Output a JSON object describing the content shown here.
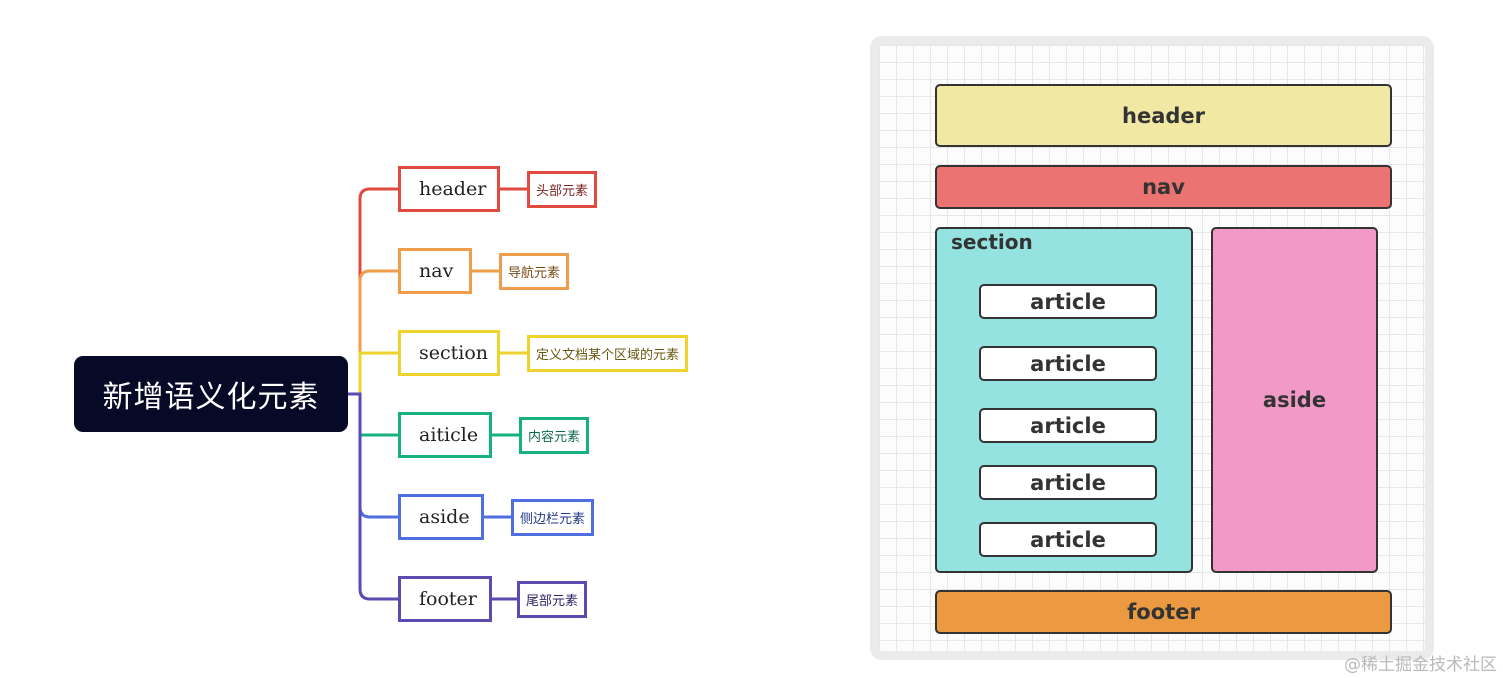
{
  "mindmap": {
    "root": "新增语义化元素",
    "branches": [
      {
        "label": "header",
        "desc": "头部元素",
        "color": "#e04a3f"
      },
      {
        "label": "nav",
        "desc": "导航元素",
        "color": "#ef9d4b"
      },
      {
        "label": "section",
        "desc": "定义文档某个区域的元素",
        "color": "#efd22b"
      },
      {
        "label": "aiticle",
        "desc": "内容元素",
        "color": "#16b17c"
      },
      {
        "label": "aside",
        "desc": "侧边栏元素",
        "color": "#4f6fe0"
      },
      {
        "label": "footer",
        "desc": "尾部元素",
        "color": "#5b4bb0"
      }
    ]
  },
  "layout": {
    "header": "header",
    "nav": "nav",
    "section": "section",
    "articles": [
      "article",
      "article",
      "article",
      "article",
      "article"
    ],
    "aside": "aside",
    "footer": "footer"
  },
  "watermark": "@稀土掘金技术社区"
}
